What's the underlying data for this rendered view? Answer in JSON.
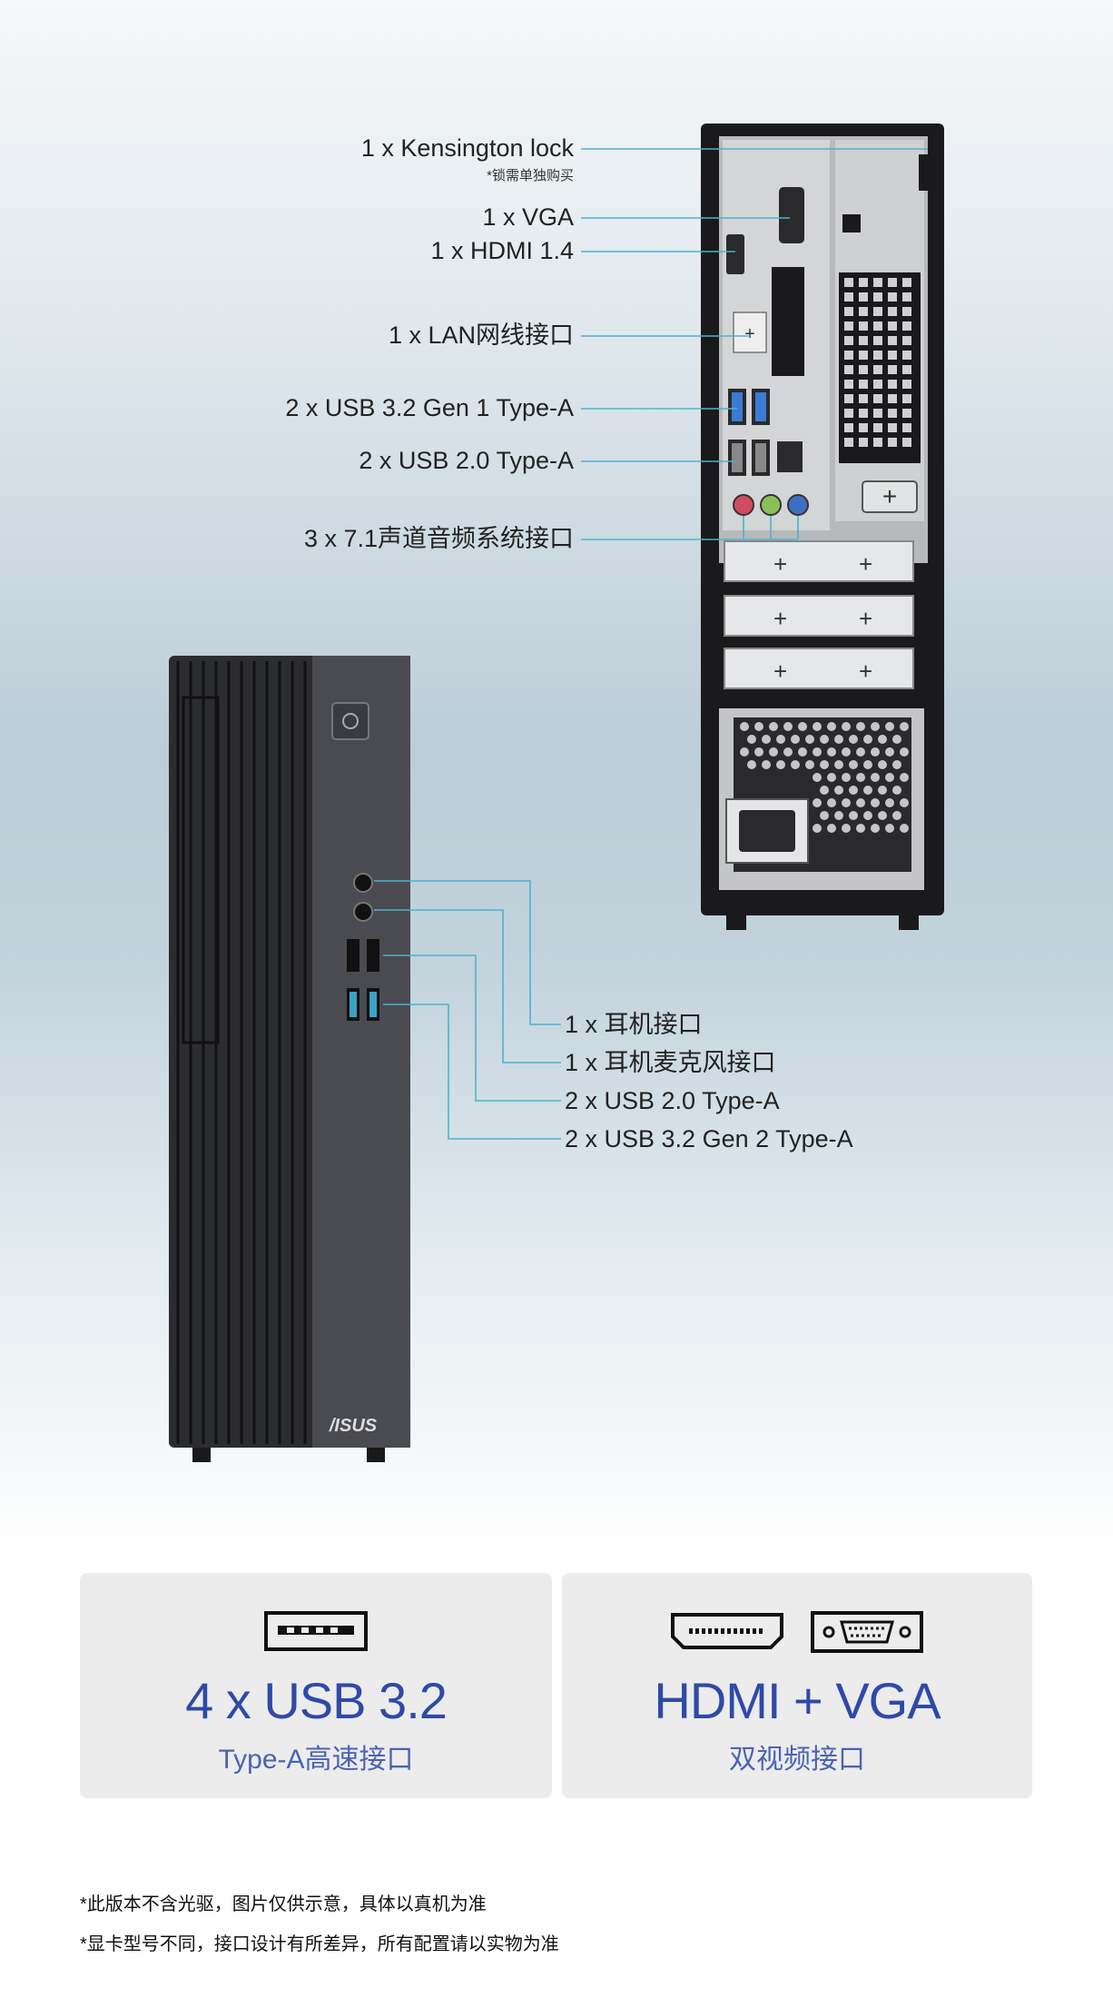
{
  "rear_labels": {
    "kensington": "1 x Kensington lock",
    "kensington_note": "*锁需单独购买",
    "vga": "1 x VGA",
    "hdmi": "1 x HDMI 1.4",
    "lan": "1 x LAN网线接口",
    "usb32": "2 x USB 3.2 Gen 1 Type-A",
    "usb20": "2 x USB 2.0 Type-A",
    "audio": "3 x 7.1声道音频系统接口"
  },
  "front_labels": {
    "headphone": "1 x 耳机接口",
    "mic": "1 x 耳机麦克风接口",
    "usb20": "2 x USB 2.0 Type-A",
    "usb32": "2 x USB 3.2 Gen 2 Type-A"
  },
  "brand_logo": "/ISUS",
  "cards": {
    "usb": {
      "title": "4 x USB 3.2",
      "subtitle": "Type-A高速接口",
      "icon": "usb-port-icon"
    },
    "display": {
      "title": "HDMI + VGA",
      "subtitle": "双视频接口",
      "icons": [
        "hdmi-port-icon",
        "vga-port-icon"
      ]
    }
  },
  "footnotes": [
    "*此版本不含光驱，图片仅供示意，具体以真机为准",
    "*显卡型号不同，接口设计有所差异，所有配置请以实物为准"
  ],
  "colors": {
    "accent": "#2e4aa8",
    "leader_line": "#4bb3cf",
    "chassis": "#1c1c1e"
  }
}
